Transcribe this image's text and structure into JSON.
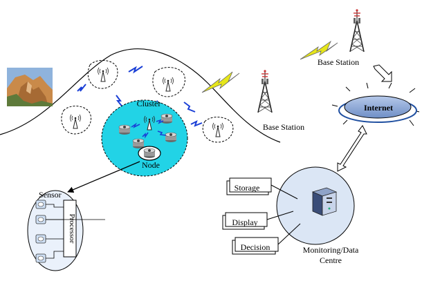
{
  "labels": {
    "cluster": "Cluster",
    "node": "Node",
    "sensor": "Sensor",
    "processor": "Processor",
    "base_station_left": "Base Station",
    "base_station_right": "Base Station",
    "internet": "Internet",
    "storage": "Storage",
    "display": "Display",
    "decision": "Decision",
    "monitoring_line1": "Monitoring/Data",
    "monitoring_line2": "Centre"
  },
  "colors": {
    "cluster_fill": "#22d3e6",
    "wireless_link": "#1a3fd6",
    "backhaul_link": "#e6e61a",
    "internet_fill": "#7f9fd0",
    "internet_ring": "#1f4fa0",
    "monitor_fill": "#dbe6f5",
    "sensor_fill": "#eaf1fb",
    "photo_sky": "#8fb3dc",
    "photo_rock": "#c98a4a"
  },
  "icons": [
    "antenna-icon",
    "sensor-node-icon",
    "radio-tower-icon",
    "server-icon",
    "landslide-photo"
  ]
}
